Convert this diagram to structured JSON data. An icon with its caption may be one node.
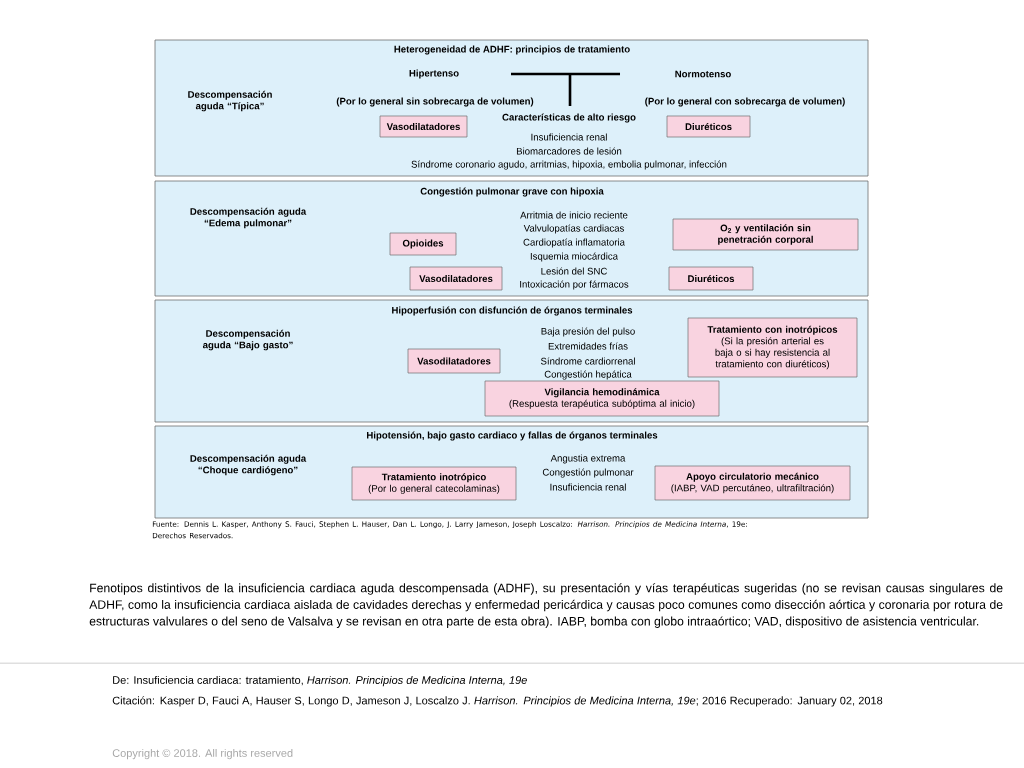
{
  "diagram": {
    "title": "Heterogeneidad de ADHF: principios de tratamiento",
    "caption": "Fenotipos distintivos de la insuficiencia cardiaca aguda descompensada (ADHF), su presentación y vías terapéuticas sugeridas (no se revisan causas singulares de ADHF, como la insuficiencia cardiaca aislada de cavidades derechas y enfermedad pericárdica y causas poco comunes como disección aórtica y coronaria por rotura de estructuras valvulares o del seno de Valsalva y se revisan en otra parte de esta obra). IABP, bomba con globo intraaórtico; VAD, dispositivo de asistencia ventricular.",
    "nodes": [
      {
        "text": [
          "Descompensación aguda “Típica”",
          "Hipertenso",
          "(Por lo general sin sobrecarga de volumen)",
          "Normotenso",
          "(Por lo general con sobrecarga de volumen)",
          "Características de alto riesgo",
          "Insuficiencia renal",
          "Biomarcadores de lesión",
          "Síndrome coronario agudo, arritmias, hipoxia, embolia pulmonar, infección"
        ]
      },
      {
        "text": [
          "Vasodilatadores"
        ],
        "in": 0
      },
      {
        "text": [
          "Diuréticos"
        ],
        "in": 0
      },
      {
        "text": [
          "Congestión pulmonar grave con hipoxia",
          "Descompensación aguda “Edema pulmonar”",
          "Arritmia de inicio reciente",
          "Valvulopatías cardiacas",
          "Cardiopatía inflamatoria",
          "Isquemia miocárdica",
          "Lesión del SNC",
          "Intoxicación por fármacos"
        ]
      },
      {
        "text": [
          "O$_{2}$ y ventilación sin penetración corporal"
        ],
        "in": 3
      },
      {
        "text": [
          "Opioides"
        ],
        "in": 3
      },
      {
        "text": [
          "Vasodilatadores"
        ],
        "in": 3
      },
      {
        "text": [
          "Diuréticos"
        ],
        "in": 3
      },
      {
        "text": [
          "Hipoperfusión con disfunción de órganos terminales",
          "Descompensación aguda “Bajo gasto”",
          "Baja presión del pulso",
          "Extremidades frías",
          "Síndrome cardiorrenal",
          "Congestión hepática"
        ]
      },
      {
        "text": [
          "Tratamiento con inotrópicos",
          "(Si la presión arterial es baja o si hay resistencia al tratamiento con diuréticos)"
        ],
        "in": 8
      },
      {
        "text": [
          "Vasodilatadores"
        ],
        "in": 8
      },
      {
        "text": [
          "Vigilancia hemodinámica",
          "(Respuesta terapéutica subóptima al inicio)"
        ],
        "in": 8
      },
      {
        "text": [
          "Hipotensión, bajo gasto cardiaco y fallas de órganos terminales",
          "Descompensación aguda “Choque cardiógeno”",
          "Angustia extrema",
          "Congestión pulmonar",
          "Insuficiencia renal"
        ]
      },
      {
        "text": [
          "Tratamiento inotrópico",
          "(Por lo general catecolaminas)"
        ],
        "in": 12
      },
      {
        "text": [
          "Apoyo circulatorio mecánico",
          "(IABP, VAD percutáneo, ultrafiltración)"
        ],
        "in": 12
      }
    ],
    "labels": [
      "Fuente: Dennis L. Kasper, Anthony S. Fauci, Stephen L. Hauser, Dan L. Longo, J. Larry Jameson, Joseph Loscalzo: *Harrison. Principios de Medicina Interna*, 19e:",
      "Derechos Reservados.",
      "De: Insuficiencia cardiaca: tratamiento, *Harrison. Principios de Medicina Interna, 19e*",
      "Citación: Kasper D, Fauci A, Hauser S, Longo D, Jameson J, Loscalzo J. *Harrison. Principios de Medicina Interna, 19e*; 2016 Recuperado: January 02, 2018",
      "Copyright © 2018. All rights reserved"
    ]
  }
}
